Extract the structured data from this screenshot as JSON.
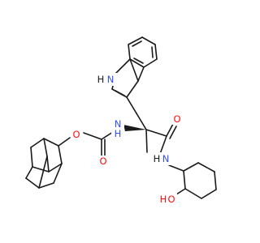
{
  "colors": {
    "bond": "#1a1a1a",
    "nitrogen": "#3050f8",
    "oxygen": "#ff0d0d",
    "background": "#ffffff"
  },
  "atom_labels": {
    "indole_nh": "H",
    "indole_n": "N",
    "amine_n": "N",
    "amine_h": "H",
    "carbamate_o_ester": "O",
    "carbamate_o_carbonyl": "O",
    "amide_o": "O",
    "amide_n": "N",
    "amide_h": "H",
    "hydroxyl_o": "O",
    "hydroxyl_h": "H"
  }
}
